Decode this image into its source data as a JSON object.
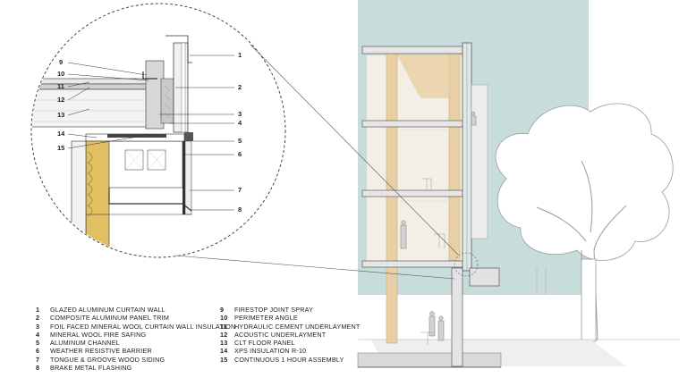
{
  "colors": {
    "sky": "#c9dcdc",
    "timber": "#e9cfa5",
    "timber_dark": "#c9a878",
    "concrete": "#d7d7d7",
    "line": "#333333",
    "insulation": "#e0c062",
    "tree": "#ffffff"
  },
  "detail": {
    "left_callouts": [
      "9",
      "10",
      "11",
      "12",
      "13",
      "14",
      "15"
    ],
    "right_callouts": [
      "1",
      "2",
      "3",
      "4",
      "5",
      "6",
      "7",
      "8"
    ]
  },
  "legend": [
    {
      "num": "1",
      "text": "Glazed Aluminum Curtain Wall"
    },
    {
      "num": "2",
      "text": "Composite Aluminum Panel Trim"
    },
    {
      "num": "3",
      "text": "Foil Faced Mineral Wool Curtain Wall Insulation"
    },
    {
      "num": "4",
      "text": "Mineral Wool Fire Safing"
    },
    {
      "num": "5",
      "text": "Aluminum Channel"
    },
    {
      "num": "6",
      "text": "Weather Resistive Barrier"
    },
    {
      "num": "7",
      "text": "Tongue & Groove Wood Siding"
    },
    {
      "num": "8",
      "text": "Brake Metal Flashing"
    },
    {
      "num": "9",
      "text": "Firestop Joint Spray"
    },
    {
      "num": "10",
      "text": "Perimeter Angle"
    },
    {
      "num": "11",
      "text": "Hydraulic Cement Underlayment"
    },
    {
      "num": "12",
      "text": "Acoustic Underlayment"
    },
    {
      "num": "13",
      "text": "CLT Floor Panel"
    },
    {
      "num": "14",
      "text": "XPS Insulation R-10"
    },
    {
      "num": "15",
      "text": "Continuous 1 Hour Assembly"
    }
  ]
}
